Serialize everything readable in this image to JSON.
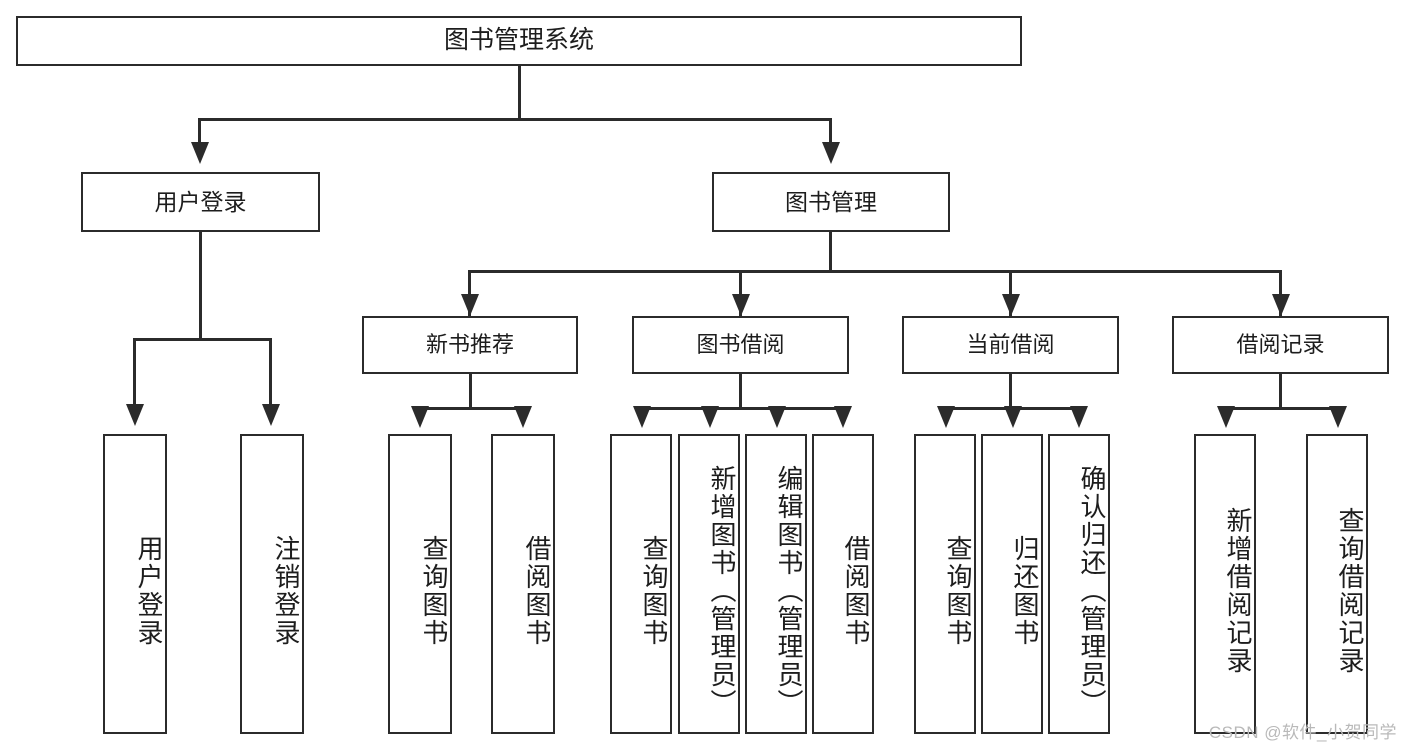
{
  "diagram": {
    "title": "图书管理系统",
    "watermark": "CSDN @软件_小贺同学",
    "root": {
      "label": "图书管理系统"
    },
    "level2": [
      {
        "label": "用户登录"
      },
      {
        "label": "图书管理"
      }
    ],
    "level3": [
      {
        "label": "新书推荐"
      },
      {
        "label": "图书借阅"
      },
      {
        "label": "当前借阅"
      },
      {
        "label": "借阅记录"
      }
    ],
    "leaves": {
      "user_login": [
        {
          "label": "用户登录"
        },
        {
          "label": "注销登录"
        }
      ],
      "new_book": [
        {
          "label": "查询图书"
        },
        {
          "label": "借阅图书"
        }
      ],
      "borrow_book": [
        {
          "label": "查询图书"
        },
        {
          "label": "新增图书（管理员）"
        },
        {
          "label": "编辑图书（管理员）"
        },
        {
          "label": "借阅图书"
        }
      ],
      "current_borrow": [
        {
          "label": "查询图书"
        },
        {
          "label": "归还图书"
        },
        {
          "label": "确认归还（管理员）"
        }
      ],
      "borrow_record": [
        {
          "label": "新增借阅记录"
        },
        {
          "label": "查询借阅记录"
        }
      ]
    },
    "colors": {
      "stroke": "#2b2b2b",
      "background": "#ffffff",
      "text": "#1d1d1d",
      "watermark": "#b9b9b9"
    }
  }
}
